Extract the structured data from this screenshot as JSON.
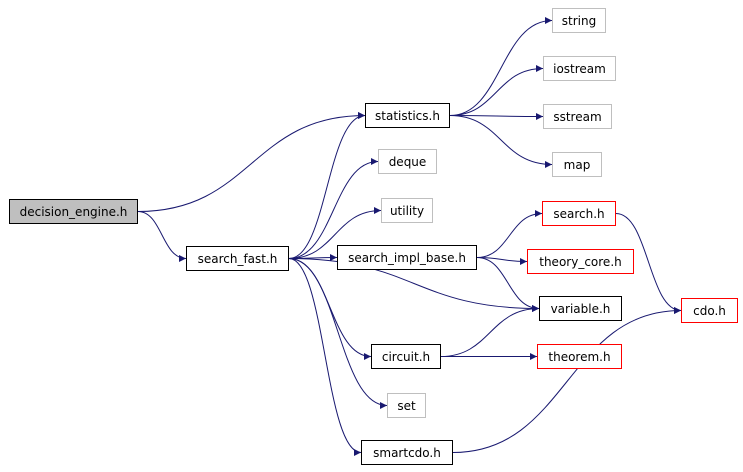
{
  "graph": {
    "edge_color": "#191970",
    "nodes": {
      "decision_engine": {
        "label": "decision_engine.h",
        "kind": "root"
      },
      "statistics": {
        "label": "statistics.h",
        "kind": "documented"
      },
      "search_fast": {
        "label": "search_fast.h",
        "kind": "documented"
      },
      "string": {
        "label": "string",
        "kind": "external"
      },
      "iostream": {
        "label": "iostream",
        "kind": "external"
      },
      "sstream": {
        "label": "sstream",
        "kind": "external"
      },
      "map": {
        "label": "map",
        "kind": "external"
      },
      "deque": {
        "label": "deque",
        "kind": "external"
      },
      "utility": {
        "label": "utility",
        "kind": "external"
      },
      "search_impl_base": {
        "label": "search_impl_base.h",
        "kind": "documented"
      },
      "search": {
        "label": "search.h",
        "kind": "truncated"
      },
      "theory_core": {
        "label": "theory_core.h",
        "kind": "truncated"
      },
      "variable": {
        "label": "variable.h",
        "kind": "documented"
      },
      "cdo": {
        "label": "cdo.h",
        "kind": "truncated"
      },
      "circuit": {
        "label": "circuit.h",
        "kind": "documented"
      },
      "theorem": {
        "label": "theorem.h",
        "kind": "truncated"
      },
      "set": {
        "label": "set",
        "kind": "external"
      },
      "smartcdo": {
        "label": "smartcdo.h",
        "kind": "documented"
      }
    },
    "edges": [
      [
        "decision_engine",
        "statistics"
      ],
      [
        "decision_engine",
        "search_fast"
      ],
      [
        "statistics",
        "string"
      ],
      [
        "statistics",
        "iostream"
      ],
      [
        "statistics",
        "sstream"
      ],
      [
        "statistics",
        "map"
      ],
      [
        "search_fast",
        "statistics"
      ],
      [
        "search_fast",
        "deque"
      ],
      [
        "search_fast",
        "utility"
      ],
      [
        "search_fast",
        "search_impl_base"
      ],
      [
        "search_fast",
        "variable"
      ],
      [
        "search_fast",
        "circuit"
      ],
      [
        "search_fast",
        "set"
      ],
      [
        "search_fast",
        "smartcdo"
      ],
      [
        "search_impl_base",
        "search"
      ],
      [
        "search_impl_base",
        "theory_core"
      ],
      [
        "search_impl_base",
        "variable"
      ],
      [
        "search",
        "cdo"
      ],
      [
        "circuit",
        "variable"
      ],
      [
        "circuit",
        "theorem"
      ],
      [
        "smartcdo",
        "cdo"
      ]
    ]
  }
}
